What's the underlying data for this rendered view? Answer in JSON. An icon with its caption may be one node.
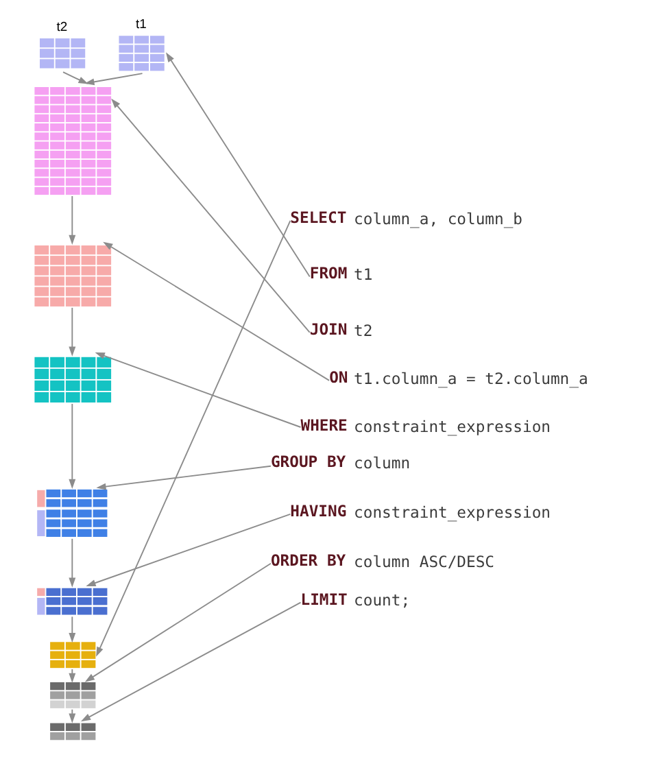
{
  "diagram": {
    "nodes": [
      {
        "text": [
          "t2"
        ]
      },
      {
        "text": [
          "t1"
        ]
      },
      {
        "text": [],
        "shape": "table"
      },
      {
        "text": [],
        "shape": "table"
      },
      {
        "text": [],
        "shape": "table"
      },
      {
        "text": [],
        "shape": "table"
      },
      {
        "text": [],
        "shape": "table"
      },
      {
        "text": [],
        "shape": "table"
      },
      {
        "text": [],
        "shape": "table"
      },
      {
        "text": [],
        "shape": "table"
      },
      {
        "text": [
          "SELECT"
        ],
        "beside": [
          "column_a, column_b"
        ]
      },
      {
        "text": [
          "FROM"
        ],
        "beside": [
          "t1"
        ]
      },
      {
        "text": [
          "JOIN"
        ],
        "beside": [
          "t2"
        ]
      },
      {
        "text": [
          "ON"
        ],
        "beside": [
          "t1.column_a = t2.column_a"
        ]
      },
      {
        "text": [
          "WHERE"
        ],
        "beside": [
          "constraint_expression"
        ]
      },
      {
        "text": [
          "GROUP BY"
        ],
        "beside": [
          "column"
        ]
      },
      {
        "text": [
          "HAVING"
        ],
        "beside": [
          "constraint_expression"
        ]
      },
      {
        "text": [
          "ORDER BY"
        ],
        "beside": [
          "column ASC/DESC"
        ]
      },
      {
        "text": [
          "LIMIT"
        ],
        "beside": [
          "count;"
        ]
      }
    ],
    "edges": [
      {
        "from": 0,
        "to": 2,
        "arrow": "to"
      },
      {
        "from": 1,
        "to": 2,
        "arrow": "to"
      },
      {
        "from": 2,
        "to": 3,
        "arrow": "to"
      },
      {
        "from": 3,
        "to": 4,
        "arrow": "to"
      },
      {
        "from": 4,
        "to": 5,
        "arrow": "to"
      },
      {
        "from": 5,
        "to": 6,
        "arrow": "to"
      },
      {
        "from": 6,
        "to": 7,
        "arrow": "to"
      },
      {
        "from": 7,
        "to": 8,
        "arrow": "to"
      },
      {
        "from": 8,
        "to": 9,
        "arrow": "to"
      },
      {
        "from": 10,
        "to": 7,
        "arrow": "to"
      },
      {
        "from": 11,
        "to": 1,
        "arrow": "to"
      },
      {
        "from": 12,
        "to": 2,
        "arrow": "to"
      },
      {
        "from": 13,
        "to": 3,
        "arrow": "to"
      },
      {
        "from": 14,
        "to": 4,
        "arrow": "to"
      },
      {
        "from": 15,
        "to": 5,
        "arrow": "to"
      },
      {
        "from": 16,
        "to": 6,
        "arrow": "to"
      },
      {
        "from": 17,
        "to": 8,
        "arrow": "to"
      },
      {
        "from": 18,
        "to": 9,
        "arrow": "to"
      }
    ]
  }
}
